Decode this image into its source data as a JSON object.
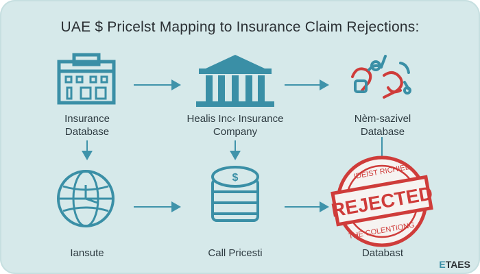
{
  "title": "UAE $ Pricelst Mapping to Insurance Claim Rejections:",
  "nodes": {
    "top_left": {
      "line1": "Insurance",
      "line2": "Database",
      "icon": "building-icon"
    },
    "top_center": {
      "line1": "Healis Inc‹ Insurance",
      "line2": "Company",
      "icon": "bank-icon"
    },
    "top_right": {
      "line1": "Nèm-sazivel",
      "line2": "Database",
      "icon": "medical-icon"
    },
    "bottom_left": {
      "line1": "Iansute",
      "icon": "globe-clock-icon"
    },
    "bottom_center": {
      "line1": "Call Pricesti",
      "icon": "coin-stack-icon"
    },
    "bottom_right": {
      "line1": "Databast",
      "icon": "rejected-stamp-icon"
    }
  },
  "stamp": {
    "main": "REJECTED",
    "top_arc": "IDEIST RICHIEL",
    "bottom_arc": "THE COLENTIONG"
  },
  "coin_symbol": "$",
  "logo": {
    "mark": "E",
    "text": "TAES"
  },
  "colors": {
    "background": "#d6e9ea",
    "icon": "#3a8fa6",
    "arrow": "#3f93aa",
    "stamp": "#cf3c3a"
  }
}
